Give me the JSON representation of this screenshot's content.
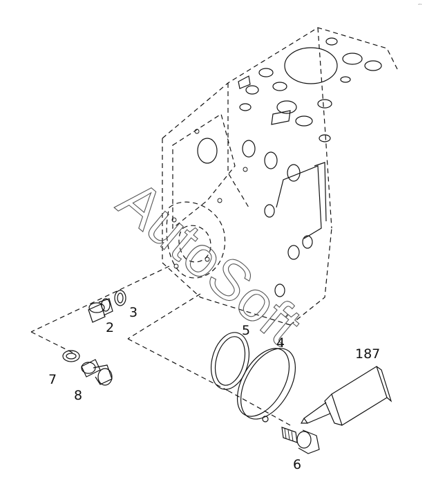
{
  "diagram": {
    "callouts": [
      {
        "id": "2",
        "label": "2"
      },
      {
        "id": "3",
        "label": "3"
      },
      {
        "id": "4",
        "label": "4"
      },
      {
        "id": "5",
        "label": "5"
      },
      {
        "id": "6",
        "label": "6"
      },
      {
        "id": "7",
        "label": "7"
      },
      {
        "id": "8",
        "label": "8"
      },
      {
        "id": "187",
        "label": "187"
      }
    ],
    "watermark": "AutoSoft",
    "corner_mark": "ᵉᵗᵃ"
  }
}
